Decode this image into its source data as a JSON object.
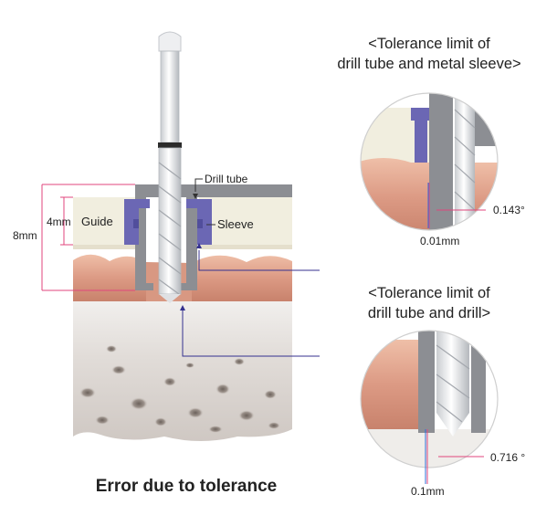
{
  "left_panel": {
    "labels": {
      "drill_tube": "Drill tube",
      "guide": "Guide",
      "sleeve": "Sleeve",
      "dim_4mm": "4mm",
      "dim_8mm": "8mm"
    },
    "caption": "Error due to tolerance"
  },
  "top_detail": {
    "title_line1": "<Tolerance limit of",
    "title_line2": "drill tube and metal sleeve>",
    "angle": "0.143°",
    "gap": "0.01mm"
  },
  "bottom_detail": {
    "title_line1": "<Tolerance limit of",
    "title_line2": "drill tube and drill>",
    "angle": "0.716 °",
    "gap": "0.1mm"
  },
  "colors": {
    "guide": "#f1eedf",
    "gum": "#dc9a84",
    "bone": "#dcd6d2",
    "tube": "#8c8e93",
    "sleeve": "#6b67b4",
    "dimension": "#e0467c",
    "pointer": "#34318f"
  }
}
